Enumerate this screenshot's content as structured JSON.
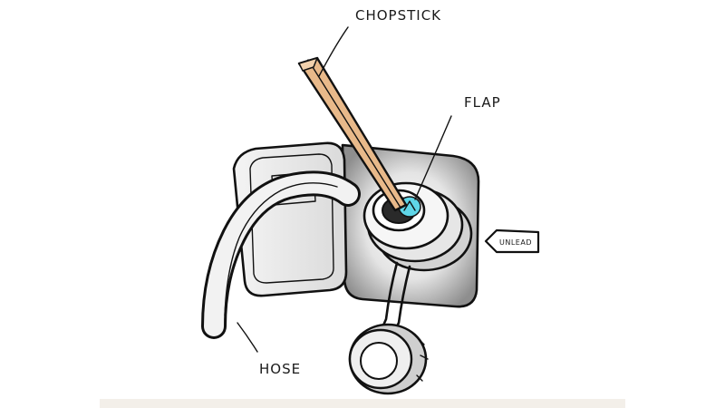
{
  "labels": {
    "chopstick": "CHOPSTICK",
    "flap": "FLAP",
    "hose": "HOSE",
    "unleaded": "UNLEAD"
  },
  "colors": {
    "ink": "#111111",
    "chopstick": "#e8b98a",
    "flap": "#5fd6e8",
    "shading": "#9a9a9a"
  }
}
